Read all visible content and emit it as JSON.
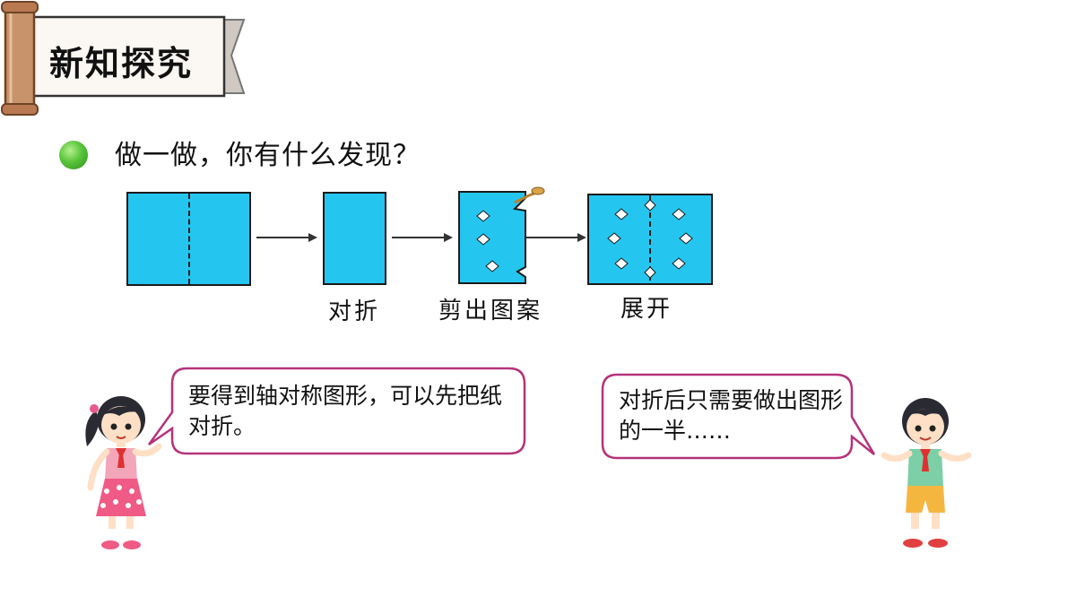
{
  "header": {
    "title": "新知探究"
  },
  "question": {
    "text": "做一做，你有什么发现？"
  },
  "steps": {
    "fold_label": "对折",
    "cut_label": "剪出图案",
    "unfold_label": "展开"
  },
  "girl_bubble": {
    "text": "要得到轴对称图形，可以先把纸对折。"
  },
  "boy_bubble": {
    "text": "对折后只需要做出图形的一半……"
  },
  "colors": {
    "paper": "#24c6ef",
    "bubble_border": "#b5337a",
    "banner_scroll": "#c8936a",
    "question_dot": "#58c43a"
  }
}
